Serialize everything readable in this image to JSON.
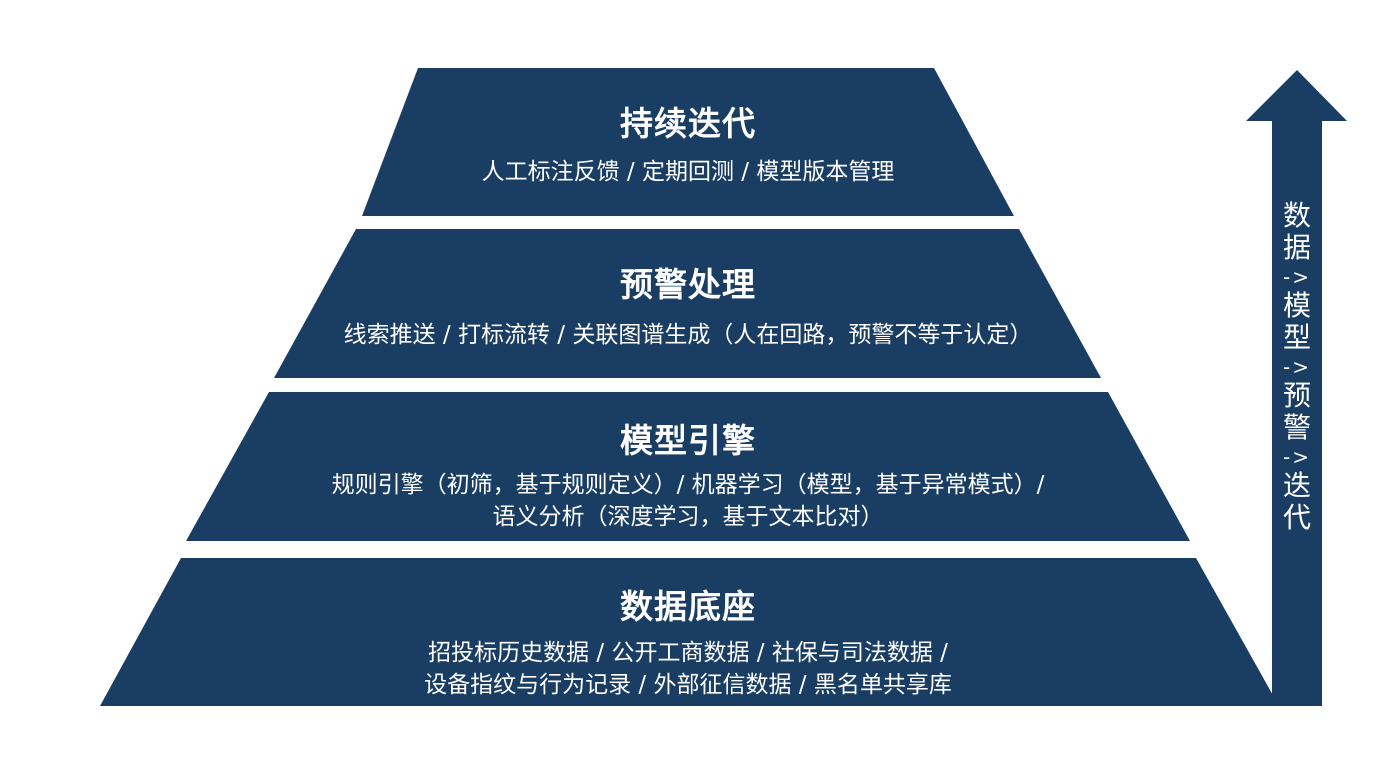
{
  "colors": {
    "layer_fill": "#1a3d63",
    "arrow_fill": "#1a3d63",
    "text": "#ffffff",
    "background": "#ffffff"
  },
  "layers": [
    {
      "title": "持续迭代",
      "desc_lines": [
        "人工标注反馈 / 定期回测 / 模型版本管理"
      ]
    },
    {
      "title": "预警处理",
      "desc_lines": [
        "线索推送 / 打标流转 / 关联图谱生成（人在回路，预警不等于认定）"
      ]
    },
    {
      "title": "模型引擎",
      "desc_lines": [
        "规则引擎（初筛，基于规则定义）/ 机器学习（模型，基于异常模式）/",
        "语义分析（深度学习，基于文本比对）"
      ]
    },
    {
      "title": "数据底座",
      "desc_lines": [
        "招投标历史数据 / 公开工商数据 / 社保与司法数据 /",
        "设备指纹与行为记录 / 外部征信数据 / 黑名单共享库"
      ]
    }
  ],
  "side_arrow": {
    "icon": "up-arrow-icon",
    "label_chars": [
      "数",
      "据",
      "->",
      "模",
      "型",
      "->",
      "预",
      "警",
      "->",
      "迭",
      "代"
    ]
  }
}
